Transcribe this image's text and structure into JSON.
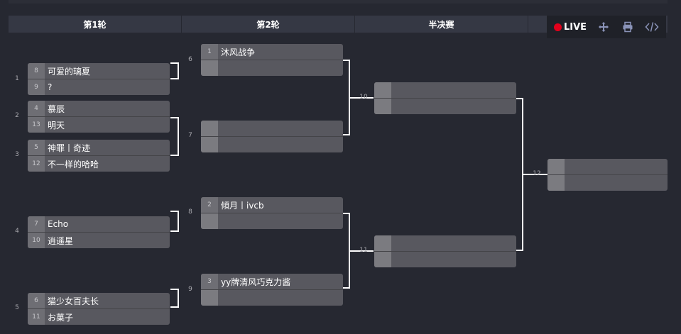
{
  "rounds": [
    "第1轮",
    "第2轮",
    "半决赛",
    ""
  ],
  "toolbar": {
    "live_label": "LIVE",
    "icons": [
      "move-icon",
      "print-icon",
      "code-icon"
    ],
    "live_color": "#e3001b"
  },
  "matches": {
    "m1": {
      "num": "1",
      "a": {
        "seed": "8",
        "name": "可爱的璃夏"
      },
      "b": {
        "seed": "9",
        "name": "?"
      }
    },
    "m2": {
      "num": "2",
      "a": {
        "seed": "4",
        "name": "慕辰"
      },
      "b": {
        "seed": "13",
        "name": "明天"
      }
    },
    "m3": {
      "num": "3",
      "a": {
        "seed": "5",
        "name": "神罪丨奇迹"
      },
      "b": {
        "seed": "12",
        "name": "不一样的哈哈"
      }
    },
    "m4": {
      "num": "4",
      "a": {
        "seed": "7",
        "name": "Echo"
      },
      "b": {
        "seed": "10",
        "name": "逍遥星"
      }
    },
    "m5": {
      "num": "5",
      "a": {
        "seed": "6",
        "name": "猫少女百夫长"
      },
      "b": {
        "seed": "11",
        "name": "お菓子"
      }
    },
    "m6": {
      "num": "6",
      "a": {
        "seed": "1",
        "name": "沐风战争"
      },
      "b": {
        "seed": "",
        "name": ""
      }
    },
    "m7": {
      "num": "7",
      "a": {
        "seed": "",
        "name": ""
      },
      "b": {
        "seed": "",
        "name": ""
      }
    },
    "m8": {
      "num": "8",
      "a": {
        "seed": "2",
        "name": "傾月丨ivcb"
      },
      "b": {
        "seed": "",
        "name": ""
      }
    },
    "m9": {
      "num": "9",
      "a": {
        "seed": "3",
        "name": "yy牌清风巧克力酱"
      },
      "b": {
        "seed": "",
        "name": ""
      }
    },
    "m10": {
      "num": "10"
    },
    "m11": {
      "num": "11"
    },
    "m12": {
      "num": "12"
    }
  }
}
